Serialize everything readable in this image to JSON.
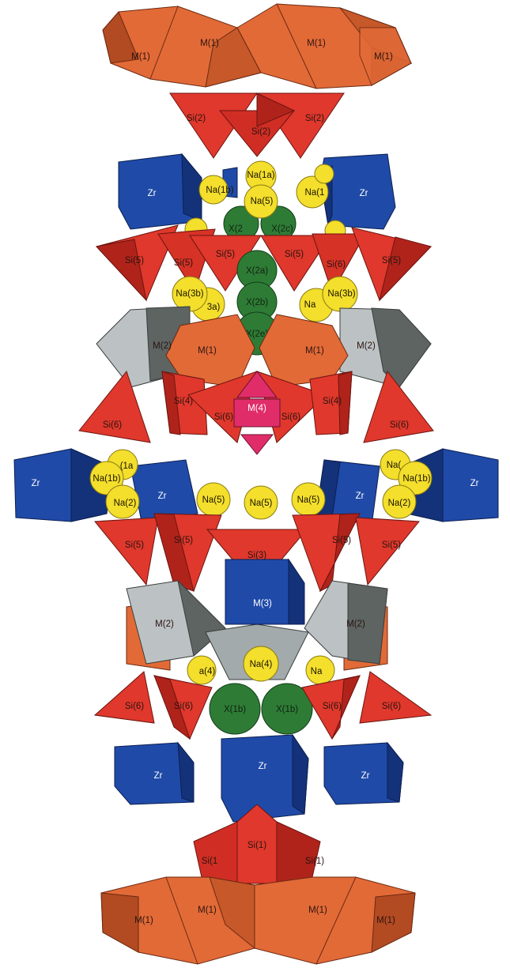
{
  "colors": {
    "m1": "#e26a37",
    "m1_dark": "#b24a22",
    "si": "#e0382c",
    "si_dark": "#b0231b",
    "zr": "#1f4aa8",
    "zr_dark": "#14327a",
    "m2_light": "#bcc2c4",
    "m2_dark": "#5d6462",
    "m4": "#e02d6a",
    "x": "#2e7b36",
    "na": "#f3df2c",
    "na_edge": "#8a7a10"
  },
  "labels": {
    "m1_top_1": "M(1)",
    "m1_top_2": "M(1)",
    "m1_top_3": "M(1)",
    "m1_top_4": "M(1)",
    "si2_a": "Si(2)",
    "si2_b": "Si(2)",
    "si2_c": "Si(2)",
    "zr_1": "Zr",
    "zr_2": "Zr",
    "na1a_top": "Na(1a)",
    "na1b_top": "Na(1b)",
    "na5_top": "Na(5)",
    "na1_top_right": "Na(1",
    "x2_left": "X(2",
    "x2c": "X(2c)",
    "si5_a": "Si(5)",
    "si5_b": "Si(5)",
    "si5_c": "Si(5)",
    "si5_d": "Si(5)",
    "si5_e": "Si(6)",
    "si5_f": "Si(5)",
    "x2a": "X(2a)",
    "x2b": "X(2b)",
    "x2e": "X(2e)",
    "na3b_left": "Na(3b)",
    "na3a_left": "3a)",
    "na_right_partial": "Na",
    "na3b_right": "Na(3b)",
    "m2_left": "M(2)",
    "m1_mid_left": "M(1)",
    "m1_mid_right": "M(1)",
    "m2_right": "M(2)",
    "m4": "M(4)",
    "si4_left": "Si(4)",
    "si6_mid_left": "Si(6)",
    "si6_mid_right": "Si(6)",
    "si4_right": "Si(4)",
    "si6_far_left": "Si(6)",
    "si6_far_right": "Si(6)",
    "zr_mid_1": "Zr",
    "zr_mid_2": "Zr",
    "zr_mid_3": "Zr",
    "zr_mid_4": "Zr",
    "na1a_mid_left": "(1a",
    "na1b_mid_left": "Na(1b)",
    "na2_mid_left": "Na(2)",
    "na5_mid_1": "Na(5)",
    "na5_mid_2": "Na(5)",
    "na5_mid_3": "Na(5)",
    "na_mid_right_partial": "Na(",
    "na1b_mid_right": "Na(1b)",
    "na2_mid_right": "Na(2)",
    "si5_low_a": "Si(5)",
    "si5_low_b": "Si(5)",
    "si3": "Si(3)",
    "si5_low_c": "Si(5)",
    "si5_low_d": "Si(5)",
    "m3": "M(3)",
    "m2_low_left": "M(2)",
    "m2_low_right": "M(2)",
    "na4_left": "a(4)",
    "na4_center": "Na(4)",
    "na4_right": "Na",
    "si6_low_a": "Si(6)",
    "si6_low_b": "Si(6)",
    "x1b_left": "X(1b)",
    "x1b_right": "X(1b)",
    "si6_low_c": "Si(6)",
    "si6_low_d": "Si(6)",
    "zr_low_1": "Zr",
    "zr_low_2": "Zr",
    "zr_low_3": "Zr",
    "si1_a": "Si(1",
    "si1_b": "Si(1)",
    "si1_c": "Si(1)",
    "m1_bot_1": "M(1)",
    "m1_bot_2": "M(1)",
    "m1_bot_3": "M(1)",
    "m1_bot_4": "M(1)"
  }
}
